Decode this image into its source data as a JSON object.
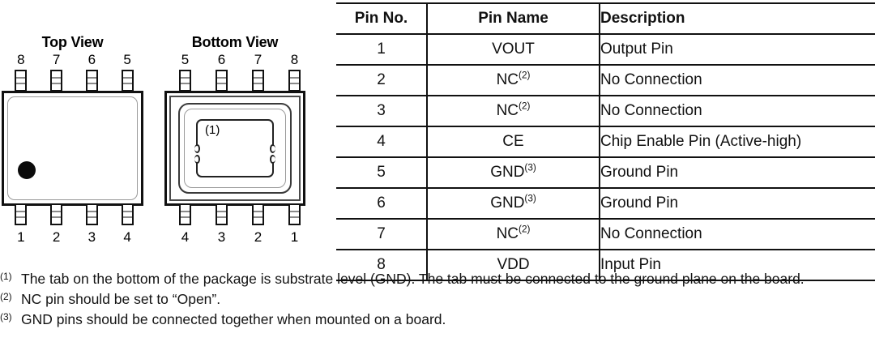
{
  "figures": {
    "top_view": {
      "title": "Top View",
      "top_pins": [
        "8",
        "7",
        "6",
        "5"
      ],
      "bottom_pins": [
        "1",
        "2",
        "3",
        "4"
      ],
      "marker": "pin1-dot"
    },
    "bottom_view": {
      "title": "Bottom View",
      "top_pins": [
        "5",
        "6",
        "7",
        "8"
      ],
      "bottom_pins": [
        "4",
        "3",
        "2",
        "1"
      ],
      "tab_label": "(1)"
    }
  },
  "table": {
    "headers": [
      "Pin No.",
      "Pin Name",
      "Description"
    ],
    "rows": [
      {
        "no": "1",
        "name": "VOUT",
        "name_sup": "",
        "desc": "Output Pin"
      },
      {
        "no": "2",
        "name": "NC",
        "name_sup": "(2)",
        "desc": "No Connection"
      },
      {
        "no": "3",
        "name": "NC",
        "name_sup": "(2)",
        "desc": "No Connection"
      },
      {
        "no": "4",
        "name": "CE",
        "name_sup": "",
        "desc": "Chip Enable Pin (Active-high)"
      },
      {
        "no": "5",
        "name": "GND",
        "name_sup": "(3)",
        "desc": "Ground Pin"
      },
      {
        "no": "6",
        "name": "GND",
        "name_sup": "(3)",
        "desc": "Ground Pin"
      },
      {
        "no": "7",
        "name": "NC",
        "name_sup": "(2)",
        "desc": "No Connection"
      },
      {
        "no": "8",
        "name": "VDD",
        "name_sup": "",
        "desc": "Input Pin"
      }
    ]
  },
  "footnotes": [
    {
      "marker": "(1)",
      "text": "The tab on the bottom of the package is substrate level (GND). The tab must be connected to the ground plane on the board."
    },
    {
      "marker": "(2)",
      "text": "NC pin should be set to “Open”."
    },
    {
      "marker": "(3)",
      "text": "GND pins should be connected together when mounted on a board."
    }
  ],
  "colors": {
    "ink": "#111111",
    "background": "#ffffff",
    "lead_band": "#8a8a8a"
  }
}
